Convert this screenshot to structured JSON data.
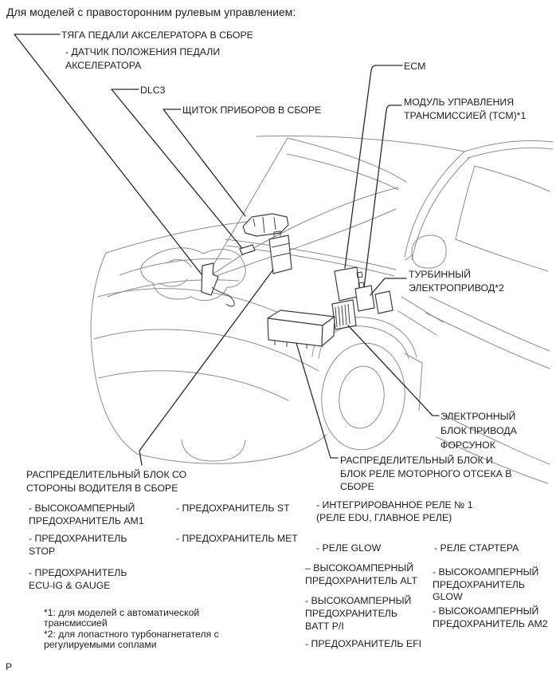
{
  "page": {
    "heading": "Для моделей с правосторонним рулевым управлением:",
    "page_marker": "P"
  },
  "colors": {
    "background": "#ffffff",
    "ink": "#1d1d1f",
    "leader_line": "#2a2a2a",
    "car_line": "#8c8c8c",
    "component_line": "#404040"
  },
  "callouts": {
    "accelerator_rod": {
      "label": "ТЯГА ПЕДАЛИ АКСЕЛЕРАТОРА В СБОРЕ"
    },
    "accelerator_sensor": {
      "line1": "- ДАТЧИК ПОЛОЖЕНИЯ ПЕДАЛИ",
      "line2": "АКСЕЛЕРАТОРА"
    },
    "dlc3": {
      "label": "DLC3"
    },
    "instrument_cluster": {
      "label": "ЩИТОК ПРИБОРОВ В СБОРЕ"
    },
    "ecm": {
      "label": "ECM"
    },
    "tcm": {
      "line1": "МОДУЛЬ УПРАВЛЕНИЯ",
      "line2": "ТРАНСМИССИЕЙ (TCM)*1"
    },
    "turbo_actuator": {
      "line1": "ТУРБИННЫЙ",
      "line2": "ЭЛЕКТРОПРИВОД*2"
    },
    "injector_driver": {
      "line1": "ЭЛЕКТРОННЫЙ",
      "line2": "БЛОК ПРИВОДА",
      "line3": "ФОРСУНОК"
    },
    "engine_room_block": {
      "line1": "РАСПРЕДЕЛИТЕЛЬНЫЙ БЛОК И",
      "line2": "БЛОК РЕЛЕ МОТОРНОГО ОТСЕКА В",
      "line3": "СБОРЕ"
    },
    "driver_side_block": {
      "line1": "РАСПРЕДЕЛИТЕЛЬНЫЙ БЛОК СО",
      "line2": "СТОРОНЫ ВОДИТЕЛЯ В СБОРЕ"
    }
  },
  "fuse_relay_lists": {
    "column1": [
      {
        "line1": "- ВЫСОКОАМПЕРНЫЙ",
        "line2": "ПРЕДОХРАНИТЕЛЬ AM1"
      },
      {
        "line1": "- ПРЕДОХРАНИТЕЛЬ",
        "line2": "STOP"
      },
      {
        "line1": "- ПРЕДОХРАНИТЕЛЬ",
        "line2": "ECU-IG & GAUGE"
      }
    ],
    "column2": [
      {
        "line1": "- ПРЕДОХРАНИТЕЛЬ ST"
      },
      {
        "line1": "- ПРЕДОХРАНИТЕЛЬ MET"
      }
    ],
    "column3": [
      {
        "line1": "- ИНТЕГРИРОВАННОЕ РЕЛЕ № 1",
        "line2": "(РЕЛЕ EDU, ГЛАВНОЕ РЕЛЕ)"
      },
      {
        "line1": "- РЕЛЕ GLOW"
      },
      {
        "line1": "– ВЫСОКОАМПЕРНЫЙ",
        "line2": "ПРЕДОХРАНИТЕЛЬ ALT"
      },
      {
        "line1": "- ВЫСОКОАМПЕРНЫЙ",
        "line2": "ПРЕДОХРАНИТЕЛЬ",
        "line3": "BATT P/I"
      },
      {
        "line1": "- ПРЕДОХРАНИТЕЛЬ EFI"
      }
    ],
    "column4": [
      {
        "line1": "- РЕЛЕ СТАРТЕРА"
      },
      {
        "line1": "- ВЫСОКОАМПЕРНЫЙ",
        "line2": "ПРЕДОХРАНИТЕЛЬ",
        "line3": "GLOW"
      },
      {
        "line1": "- ВЫСОКОАМПЕРНЫЙ",
        "line2": "ПРЕДОХРАНИТЕЛЬ AM2"
      }
    ]
  },
  "footnotes": {
    "line1": "*1: для моделей с автоматической",
    "line2": "трансмиссией",
    "line3": "*2: для лопастного турбонагнетателя с",
    "line4": "регулируемыми соплами"
  }
}
